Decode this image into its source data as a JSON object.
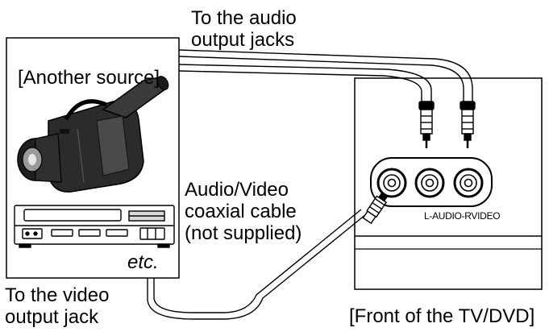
{
  "labels": {
    "audio_output": [
      "To the audio",
      "output jacks"
    ],
    "another_source": "[Another source]",
    "cable": [
      "Audio/Video",
      "coaxial cable",
      "(not supplied)"
    ],
    "etc": "etc.",
    "video_output": [
      "To the video",
      "output jack"
    ],
    "jack_labels": "L-AUDIO-RVIDEO",
    "tv_front": "[Front of the TV/DVD]"
  },
  "colors": {
    "stroke": "#000000",
    "camcorder": "#2b2b2b",
    "background": "#ffffff"
  },
  "icons": [
    "camcorder-icon",
    "vcr-icon",
    "rca-plug-icon",
    "rca-jack-icon"
  ]
}
